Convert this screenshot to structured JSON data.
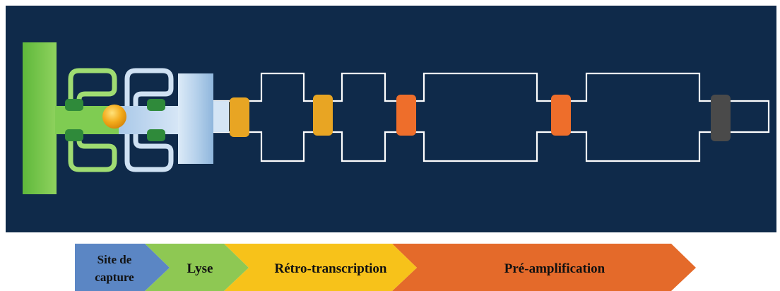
{
  "diagram": {
    "colors": {
      "background": "#0f2a4a",
      "channel": "#ffffff",
      "capture_green": "#6cc04a",
      "valve_dark_green": "#2f8a3a",
      "cell": "#f2a81d",
      "lysis_blue": "#bcd6ee",
      "valve_yellow": "#e8a523",
      "valve_orange": "#ee6e2b",
      "valve_grey": "#4a4a4a"
    }
  },
  "steps": [
    {
      "id": "capture",
      "lines": [
        "Site de",
        "capture"
      ],
      "color": "#5b86c4"
    },
    {
      "id": "lysis",
      "lines": [
        "Lyse"
      ],
      "color": "#8ec853"
    },
    {
      "id": "rt",
      "lines": [
        "Rétro-transcription"
      ],
      "color": "#f7c21a"
    },
    {
      "id": "preamp",
      "lines": [
        "Pré-amplification"
      ],
      "color": "#e46a2a"
    }
  ]
}
